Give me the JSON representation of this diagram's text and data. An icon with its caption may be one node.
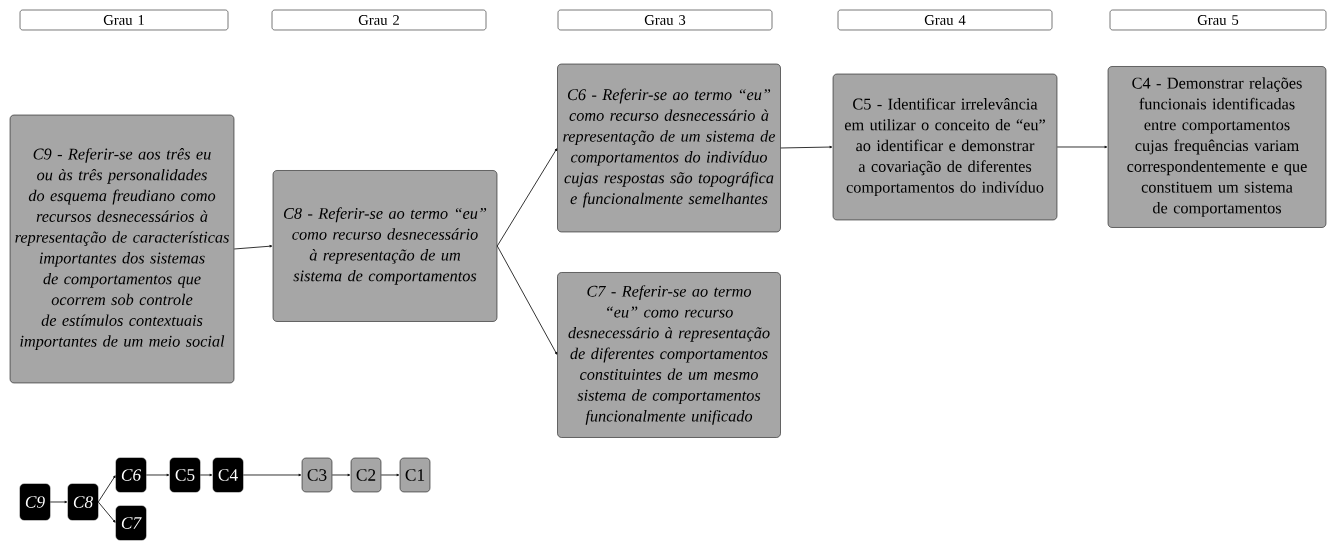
{
  "diagram": {
    "nodes": [
      {
        "text": [
          "Grau 1"
        ]
      },
      {
        "text": [
          "Grau 2"
        ]
      },
      {
        "text": [
          "Grau 3"
        ]
      },
      {
        "text": [
          "Grau 4"
        ]
      },
      {
        "text": [
          "Grau 5"
        ]
      },
      {
        "text": [
          "C9 - Referir-se aos três eu ou às três personalidades do esquema freudiano como recursos desnecessários à representação de características importantes dos sistemas de comportamentos que ocorrem sob controle de estímulos contextuais importantes de um meio social"
        ]
      },
      {
        "text": [
          "C8 - Referir-se ao termo “eu” como recurso desnecessário à representação de um sistema de comportamentos"
        ]
      },
      {
        "text": [
          "C6 - Referir-se ao termo “eu” como recurso desnecessário à representação de um sistema de comportamentos do indivíduo cujas respostas são topográfica e funcionalmente semelhantes"
        ]
      },
      {
        "text": [
          "C7 - Referir-se ao termo “eu” como recurso desnecessário à representação de diferentes comportamentos constituintes de um mesmo sistema de comportamentos funcionalmente unificado"
        ]
      },
      {
        "text": [
          "C5 - Identificar irrelevância em utilizar o conceito de “eu” ao identificar e demonstrar a covariação de diferentes comportamentos do indivíduo"
        ]
      },
      {
        "text": [
          "C4 - Demonstrar relações funcionais identificadas entre comportamentos cujas frequências variam correspondentemente e que constituem um sistema de comportamentos"
        ]
      },
      {
        "text": [
          "C9"
        ]
      },
      {
        "text": [
          "C8"
        ]
      },
      {
        "text": [
          "C6"
        ]
      },
      {
        "text": [
          "C7"
        ]
      },
      {
        "text": [
          "C5"
        ]
      },
      {
        "text": [
          "C4"
        ]
      },
      {
        "text": [
          "C3"
        ]
      },
      {
        "text": [
          "C2"
        ]
      },
      {
        "text": [
          "C1"
        ]
      }
    ],
    "edges": [
      {
        "from": 5,
        "to": 6,
        "arrow": "to"
      },
      {
        "from": 6,
        "to": 7,
        "arrow": "to"
      },
      {
        "from": 6,
        "to": 8,
        "arrow": "to"
      },
      {
        "from": 7,
        "to": 9,
        "arrow": "to"
      },
      {
        "from": 9,
        "to": 10,
        "arrow": "to"
      },
      {
        "from": 11,
        "to": 12,
        "arrow": "to"
      },
      {
        "from": 12,
        "to": 13,
        "arrow": "to"
      },
      {
        "from": 12,
        "to": 14,
        "arrow": "to"
      },
      {
        "from": 13,
        "to": 15,
        "arrow": "to"
      },
      {
        "from": 15,
        "to": 16,
        "arrow": "to"
      },
      {
        "from": 16,
        "to": 17,
        "arrow": "to"
      },
      {
        "from": 17,
        "to": 18,
        "arrow": "to"
      },
      {
        "from": 18,
        "to": 19,
        "arrow": "to"
      }
    ]
  }
}
